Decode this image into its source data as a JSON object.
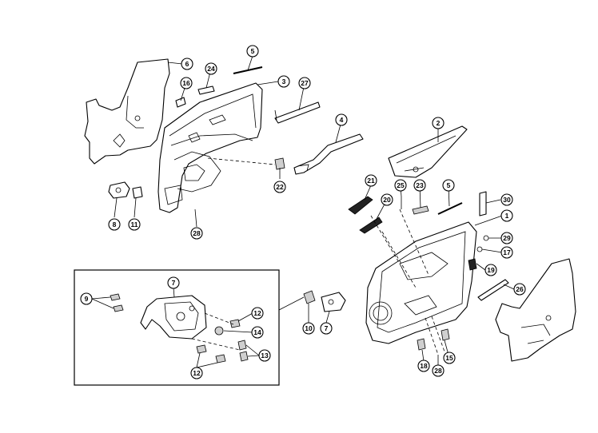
{
  "callouts": [
    {
      "id": "c6",
      "label": "6"
    },
    {
      "id": "c24",
      "label": "24"
    },
    {
      "id": "c5a",
      "label": "5"
    },
    {
      "id": "c3",
      "label": "3"
    },
    {
      "id": "c16",
      "label": "16"
    },
    {
      "id": "c27",
      "label": "27"
    },
    {
      "id": "c4",
      "label": "4"
    },
    {
      "id": "c22",
      "label": "22"
    },
    {
      "id": "c8",
      "label": "8"
    },
    {
      "id": "c11",
      "label": "11"
    },
    {
      "id": "c28a",
      "label": "28"
    },
    {
      "id": "c2",
      "label": "2"
    },
    {
      "id": "c21",
      "label": "21"
    },
    {
      "id": "c25",
      "label": "25"
    },
    {
      "id": "c23",
      "label": "23"
    },
    {
      "id": "c5b",
      "label": "5"
    },
    {
      "id": "c30",
      "label": "30"
    },
    {
      "id": "c20",
      "label": "20"
    },
    {
      "id": "c1",
      "label": "1"
    },
    {
      "id": "c29",
      "label": "29"
    },
    {
      "id": "c17",
      "label": "17"
    },
    {
      "id": "c19",
      "label": "19"
    },
    {
      "id": "c26",
      "label": "26"
    },
    {
      "id": "c18",
      "label": "18"
    },
    {
      "id": "c28b",
      "label": "28"
    },
    {
      "id": "c15",
      "label": "15"
    },
    {
      "id": "c7a",
      "label": "7"
    },
    {
      "id": "c9",
      "label": "9"
    },
    {
      "id": "c12a",
      "label": "12"
    },
    {
      "id": "c14",
      "label": "14"
    },
    {
      "id": "c13",
      "label": "13"
    },
    {
      "id": "c12b",
      "label": "12"
    },
    {
      "id": "c10",
      "label": "10"
    },
    {
      "id": "c7b",
      "label": "7"
    }
  ]
}
